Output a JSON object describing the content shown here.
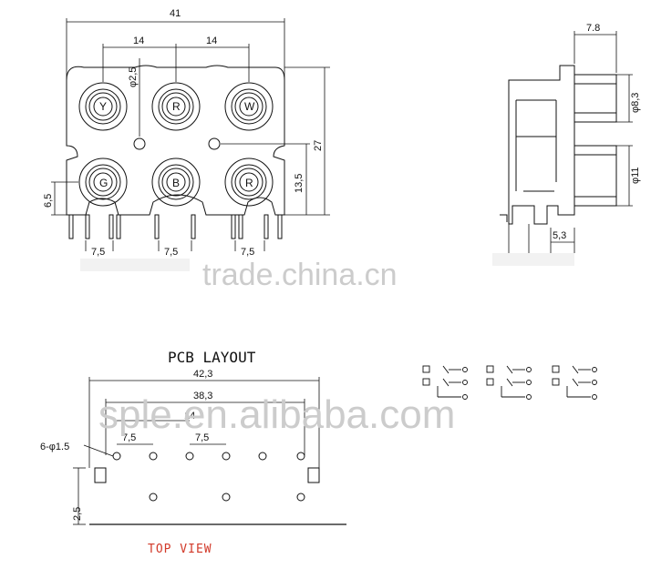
{
  "colors": {
    "line": "#111111",
    "watermark": "#cccccc",
    "top_view": "#d23a2a"
  },
  "front": {
    "dim_overall_width": "41",
    "dim_pitch_left": "14",
    "dim_pitch_right": "14",
    "dim_hole": "φ2,5",
    "dim_height": "27",
    "dim_lower_height": "13,5",
    "dim_bottom": "6,5",
    "pin_left": "7,5",
    "pin_mid": "7,5",
    "pin_right": "7,5",
    "jacks_top": [
      "Y",
      "R",
      "W"
    ],
    "jacks_bottom": [
      "G",
      "B",
      "R"
    ]
  },
  "side": {
    "dim_depth": "7.8",
    "dim_upper": "φ8,3",
    "dim_lower": "φ11",
    "dim_pin": "5,3"
  },
  "watermarks": {
    "top": "trade.china.cn",
    "bottom": "sple.en.alibaba.com"
  },
  "pcb": {
    "title": "PCB LAYOUT",
    "dim_total": "42,3",
    "dim_inner": "38,3",
    "dim_pitch": "14",
    "dim_step_a": "7,5",
    "dim_step_b": "7,5",
    "hole_note": "6-φ1.5",
    "dim_offset": "2,5",
    "view_label": "TOP VIEW"
  }
}
